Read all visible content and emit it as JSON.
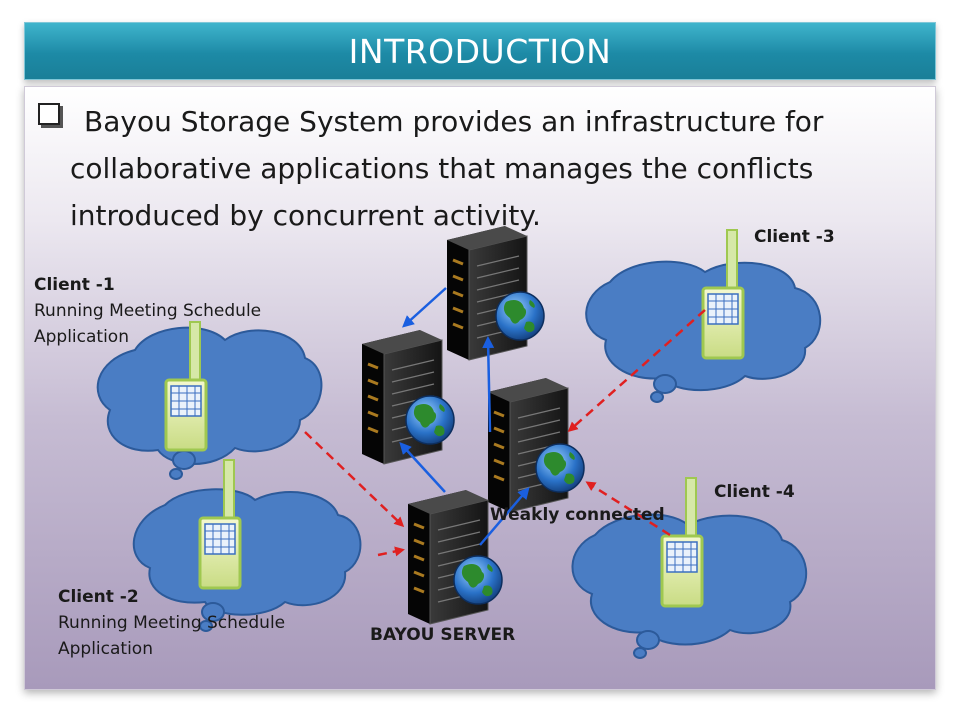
{
  "title": "INTRODUCTION",
  "intro": "Bayou Storage System provides an infrastructure for collaborative applications that manages the conflicts introduced by concurrent activity.",
  "clients": {
    "client1": {
      "name": "Client -1",
      "desc_line1": "Running Meeting Schedule",
      "desc_line2": "Application"
    },
    "client2": {
      "name": "Client -2",
      "desc_line1": "Running Meeting Schedule",
      "desc_line2": "Application"
    },
    "client3": {
      "name": "Client -3"
    },
    "client4": {
      "name": "Client -4"
    }
  },
  "server_label": "BAYOU SERVER",
  "connection_label": "Weakly connected",
  "colors": {
    "cloud": "#4a7dc4",
    "cloud_stroke": "#2c5a9a",
    "server": "#1c1c1c",
    "client_link": "#e02020",
    "server_link": "#1a5fe0",
    "title_bar": "#1d8aa6"
  }
}
